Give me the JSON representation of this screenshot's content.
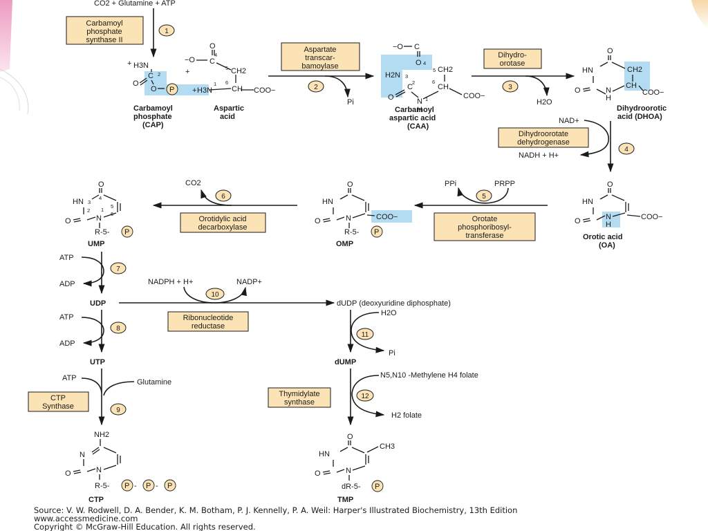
{
  "start_reactants": "CO2 + Glutamine + ATP",
  "enzymes": {
    "e1": [
      "Carbamoyl",
      "phosphate",
      "synthase II"
    ],
    "e2": [
      "Aspartate",
      "transcar-",
      "bamoylase"
    ],
    "e3": [
      "Dihydro-",
      "orotase"
    ],
    "e4": [
      "Dihydroorotate",
      "dehydrogenase"
    ],
    "e5": [
      "Orotate",
      "phosphoribosyl-",
      "transferase"
    ],
    "e6": [
      "Orotidylic acid",
      "decarboxylase"
    ],
    "e9": [
      "CTP",
      "Synthase"
    ],
    "e10": [
      "Ribonucleotide",
      "reductase"
    ],
    "e12": [
      "Thymidylate",
      "synthase"
    ]
  },
  "steps": [
    "1",
    "2",
    "3",
    "4",
    "5",
    "6",
    "7",
    "8",
    "9",
    "10",
    "11",
    "12"
  ],
  "compounds": {
    "cap": [
      "Carbamoyl",
      "phosphate",
      "(CAP)"
    ],
    "asp": [
      "Aspartic",
      "acid"
    ],
    "caa": [
      "Carbamoyl",
      "aspartic acid",
      "(CAA)"
    ],
    "dhoa": [
      "Dihydroorotic",
      "acid (DHOA)"
    ],
    "oa": [
      "Orotic acid",
      "(OA)"
    ],
    "omp": "OMP",
    "ump": "UMP",
    "udp": "UDP",
    "utp": "UTP",
    "ctp": "CTP",
    "dudp": "dUDP (deoxyuridine diphosphate)",
    "dump": "dUMP",
    "tmp": "TMP"
  },
  "side_species": {
    "pi_2": "Pi",
    "h2o_3": "H2O",
    "nad": "NAD+",
    "nadh": "NADH + H+",
    "ppi": "PPi",
    "prpp": "PRPP",
    "co2": "CO2",
    "atp7": "ATP",
    "adp7": "ADP",
    "atp8": "ATP",
    "adp8": "ADP",
    "nadph": "NADPH + H+",
    "nadp": "NADP+",
    "h2o_11": "H2O",
    "pi_11": "Pi",
    "atp9": "ATP",
    "glutamine": "Glutamine",
    "methylene": "N5,N10 -Methylene H4 folate",
    "h2folate": "H2 folate"
  },
  "atoms": {
    "h3n": "H3N",
    "c": "C",
    "o": "O",
    "p": "P",
    "h": "H",
    "n": "N",
    "hn": "HN",
    "ch": "CH",
    "ch2": "CH2",
    "ch3": "CH3",
    "nh2": "NH2",
    "h2n": "H2N",
    "coo": "COO−",
    "ominus": "−O",
    "plus": "+",
    "r5": "R-5-",
    "dr5": "dR-5-",
    "dash": "-",
    "n1": "1",
    "n2": "2",
    "n3": "3",
    "n4": "4",
    "n5": "5",
    "n6": "6"
  },
  "colors": {
    "enzyme_box": "#fbe3b6",
    "highlight": "#b3dcf2",
    "line": "#1a1a1a",
    "deco_left": "#e98ab5",
    "deco_right": "#f3d4a3"
  },
  "source": [
    "Source: V. W. Rodwell, D. A. Bender, K. M. Botham, P. J. Kennelly, P. A. Weil: Harper's Illustrated Biochemistry, 13th Edition",
    "www.accessmedicine.com",
    "Copyright © McGraw-Hill Education. All rights reserved."
  ]
}
